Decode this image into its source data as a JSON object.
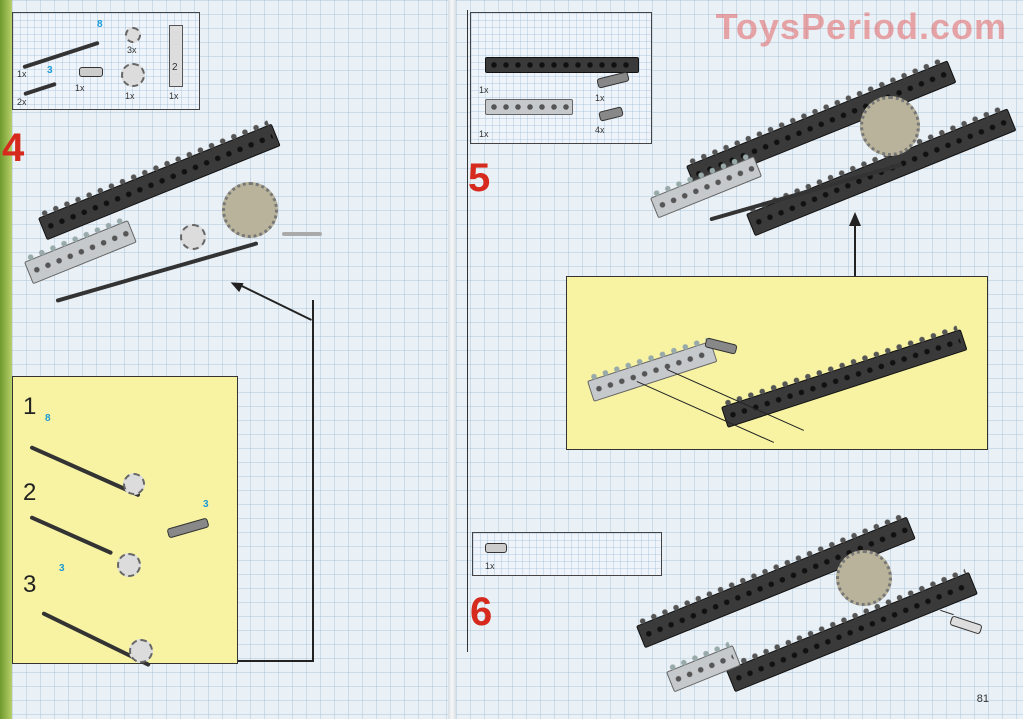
{
  "watermark": "ToysPeriod.com",
  "page_number": "81",
  "left_page": {
    "parts_box": {
      "axle_8_len": "8",
      "axle_8_qty": "1x",
      "axle_3_len": "3",
      "axle_3_qty": "2x",
      "bush_qty": "1x",
      "gear_small_qty": "3x",
      "gear_bevel_qty": "1x",
      "beam_qty": "1x",
      "beam_label": "2"
    },
    "step": "4",
    "callout": {
      "sub1": "1",
      "sub1_len": "8",
      "sub2": "2",
      "sub2_len_a": "3",
      "sub2_len_b": "3",
      "sub3": "3"
    }
  },
  "right_page": {
    "parts_box_5": {
      "beam_long_qty": "1x",
      "beam_short_qty": "1x",
      "pin_long_qty": "1x",
      "pin_short_qty": "4x"
    },
    "step5": "5",
    "parts_box_6": {
      "bush_qty": "1x"
    },
    "step6": "6"
  },
  "colors": {
    "step_red": "#d62a1e",
    "length_blue": "#1a9ad6",
    "callout_yellow": "#f7f3a3",
    "page_bg": "#e9f0f6"
  }
}
